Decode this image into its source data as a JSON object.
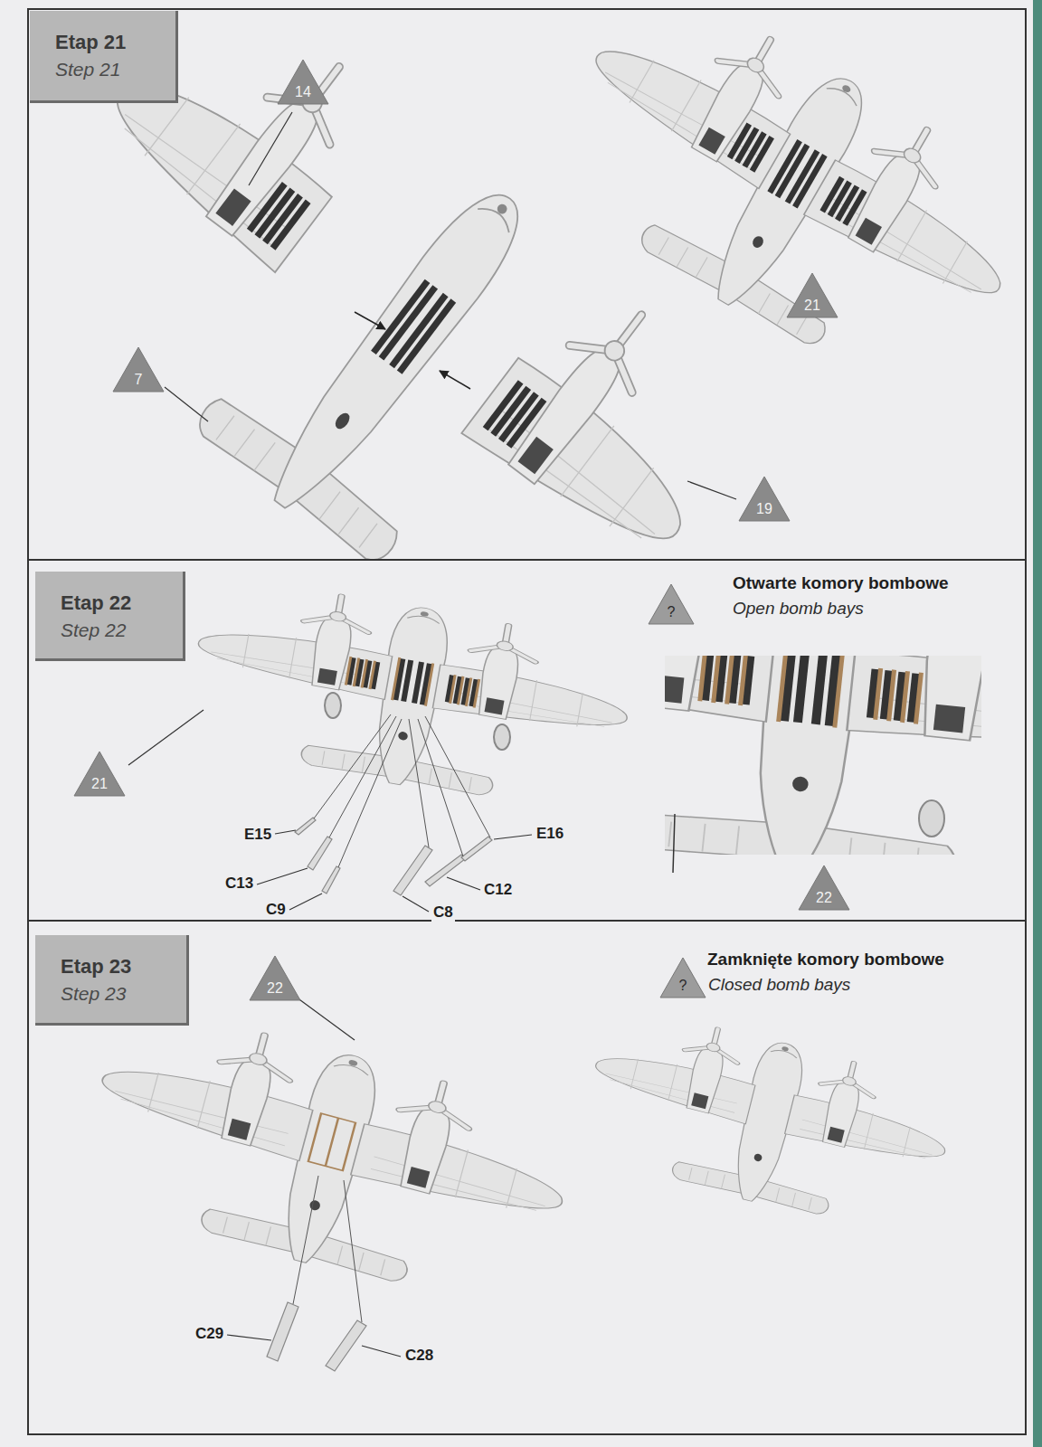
{
  "diagram": {
    "nodes": [
      {
        "text": [
          "Etap 21",
          "Step 21"
        ]
      },
      {
        "text": [
          "14"
        ]
      },
      {
        "text": [
          "21"
        ]
      },
      {
        "text": [
          "7"
        ]
      },
      {
        "text": [
          "19"
        ]
      },
      {
        "text": [
          "Etap 22",
          "Step 22"
        ]
      },
      {
        "text": [
          "?"
        ]
      },
      {
        "text": [
          "21"
        ]
      },
      {
        "text": [
          "22"
        ]
      },
      {
        "text": [
          "Etap 23",
          "Step 23"
        ]
      },
      {
        "text": [
          "22"
        ]
      },
      {
        "text": [
          "?"
        ]
      }
    ],
    "labels": [
      "Otwarte komory bombowe",
      "Open bomb bays",
      "E15",
      "C13",
      "C9",
      "C8",
      "C12",
      "E16",
      "Zamknięte komory bombowe",
      "Closed bomb bays",
      "C29",
      "C28"
    ]
  }
}
